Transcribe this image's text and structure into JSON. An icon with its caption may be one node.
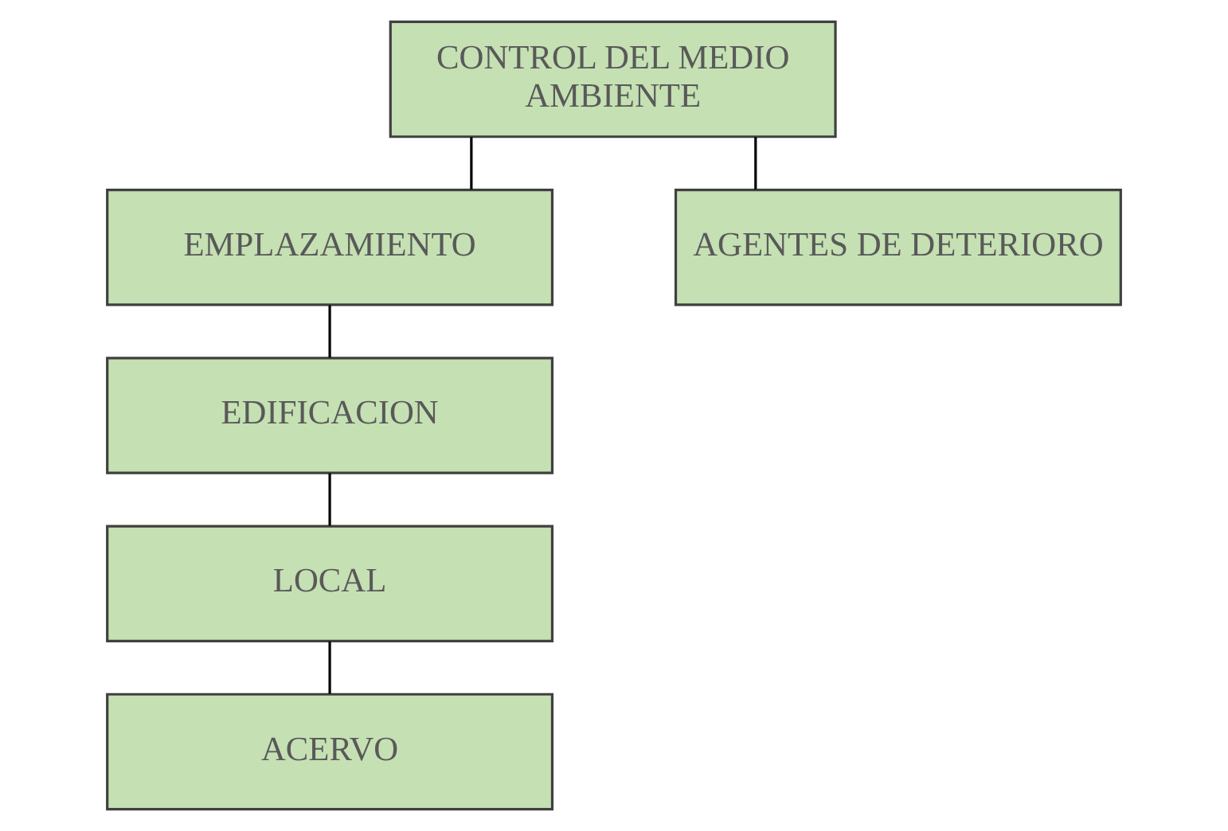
{
  "diagram": {
    "nodes": [
      {
        "text": [
          "CONTROL DEL MEDIO AMBIENTE"
        ]
      },
      {
        "text": [
          "EMPLAZAMIENTO"
        ]
      },
      {
        "text": [
          "AGENTES DE DETERIORO"
        ]
      },
      {
        "text": [
          "EDIFICACION"
        ]
      },
      {
        "text": [
          "LOCAL"
        ]
      },
      {
        "text": [
          "ACERVO"
        ]
      }
    ],
    "edges": [
      {
        "from": 0,
        "to": 1,
        "arrow": "none"
      },
      {
        "from": 0,
        "to": 2,
        "arrow": "none"
      },
      {
        "from": 1,
        "to": 3,
        "arrow": "none"
      },
      {
        "from": 3,
        "to": 4,
        "arrow": "none"
      },
      {
        "from": 4,
        "to": 5,
        "arrow": "none"
      }
    ]
  }
}
